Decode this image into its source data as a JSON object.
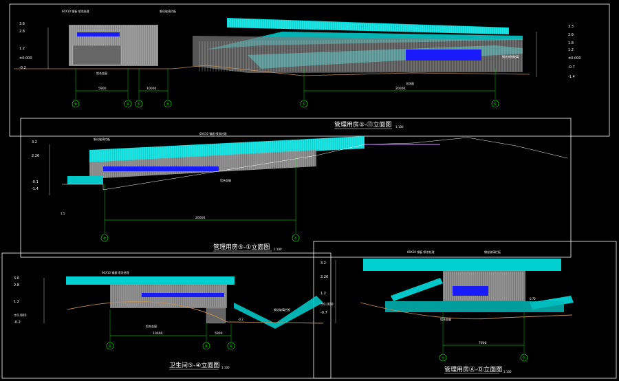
{
  "colors": {
    "background": "#000000",
    "frame": "#ffffff",
    "facade": "#00e5e5",
    "glass": "#1a1aff",
    "axis": "#00ff00",
    "ground": "#c0905a",
    "purple": "#9a5acd"
  },
  "view1": {
    "title": "管理用房⑤-⑪立面图",
    "scale": "1:100",
    "axes": [
      "⑧",
      "④",
      "①",
      "②",
      "①",
      "⑤"
    ],
    "dims": [
      "5900",
      "10000",
      "20000"
    ],
    "levels_left": [
      "3.6",
      "2.8",
      "1.2",
      "±0.000",
      "-0.2"
    ],
    "levels_right": [
      "3.3",
      "2.6",
      "1.8",
      "1.2",
      "±0.000",
      "-0.7",
      "-1.4"
    ],
    "notes": [
      "60X10 钢板 喷涂处理",
      "钢化玻璃栏板",
      "铝合金窗",
      "木饰面",
      "钢化夹胶玻璃"
    ]
  },
  "view2": {
    "title": "管理用房⑤-①立面图",
    "scale": "1:100",
    "axes": [
      "⑤",
      "①"
    ],
    "dims": [
      "20000"
    ],
    "levels": [
      "3.2",
      "2.26",
      "-0.1",
      "-1.4"
    ],
    "notes": [
      "60X10 钢板 喷涂处理",
      "钢化玻璃栏板",
      "铝合金窗",
      "1:5"
    ]
  },
  "view3": {
    "title": "卫生间⑤-④立面图",
    "scale": "1:100",
    "axes": [
      "②",
      "⑧",
      "④"
    ],
    "dims": [
      "10000",
      "5900"
    ],
    "levels": [
      "3.6",
      "2.8",
      "1.2",
      "±0.000",
      "-0.2"
    ],
    "notes": [
      "60X10 钢板 喷涂处理",
      "铝合金窗",
      "钢化玻璃栏板",
      "-0.2"
    ]
  },
  "view4": {
    "title": "管理用房Ⓐ-Ⓓ立面图",
    "scale": "1:100",
    "axes": [
      "Ⓐ",
      "Ⓓ"
    ],
    "dims": [
      "7600"
    ],
    "levels": [
      "3.2",
      "2.26",
      "1.2",
      "±0.000",
      "-0.7"
    ],
    "notes": [
      "60X10 钢板 喷涂处理",
      "钢化玻璃栏板",
      "铝合金窗",
      "0.72"
    ]
  }
}
